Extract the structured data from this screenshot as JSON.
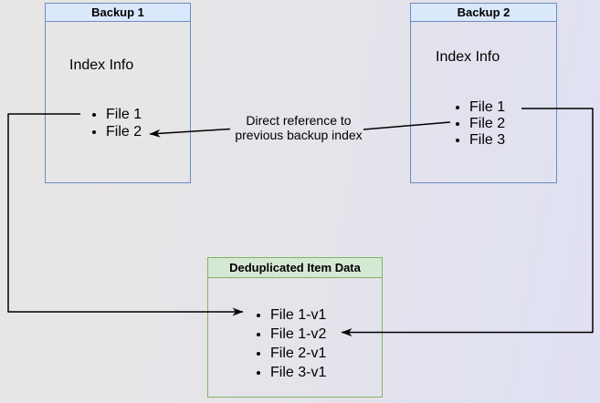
{
  "diagram": {
    "boxes": {
      "backup1": {
        "title": "Backup 1",
        "subtitle": "Index Info",
        "items": [
          "File 1",
          "File 2"
        ],
        "header_bg": "#dae8fc",
        "border_color": "#6c8ebf"
      },
      "backup2": {
        "title": "Backup 2",
        "subtitle": "Index Info",
        "items": [
          "File 1",
          "File 2",
          "File 3"
        ],
        "header_bg": "#dae8fc",
        "border_color": "#6c8ebf"
      },
      "dedup": {
        "title": "Deduplicated Item Data",
        "items": [
          "File 1-v1",
          "File 1-v2",
          "File 2-v1",
          "File 3-v1"
        ],
        "header_bg": "#d5e8d4",
        "border_color": "#82b366"
      }
    },
    "edges": [
      {
        "from": "backup2-file-2",
        "to": "backup1-file-2",
        "label": "Direct reference to previous backup index"
      },
      {
        "from": "backup1-file-1",
        "to": "dedup-file-1-v1",
        "label": ""
      },
      {
        "from": "backup2-file-1",
        "to": "dedup-file-1-v2",
        "label": ""
      }
    ],
    "colors": {
      "arrow": "#000000",
      "background_left": "#e8e6e4",
      "background_right": "#dfe0f3"
    }
  }
}
